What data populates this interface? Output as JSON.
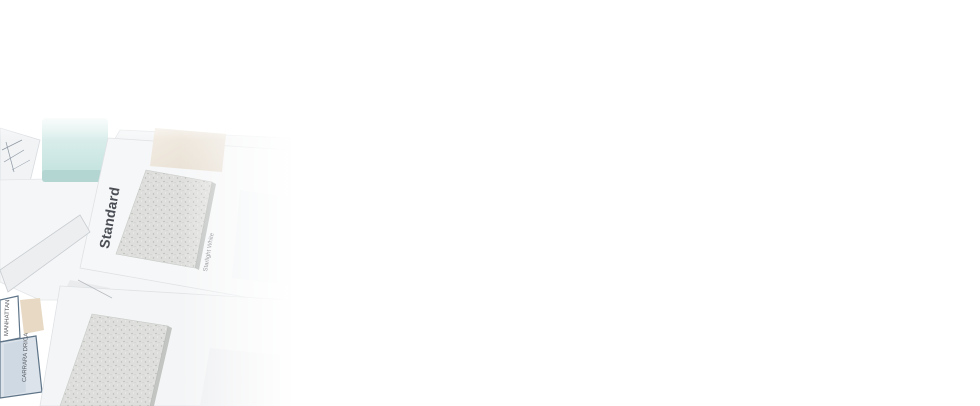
{
  "photo": {
    "subject": "countertop-sample-swatches",
    "label_standard": "Standard",
    "label_color": "Starlight White",
    "tab_labels": [
      "MANHATTAN",
      "CARRARA DRICA"
    ],
    "colors": {
      "background": "#ffffff",
      "swatch_speckle": "#dcdcd8",
      "swatch_mint": "#cfe9e6",
      "swatch_cream": "#efe7dc",
      "card": "#f4f5f6"
    }
  }
}
